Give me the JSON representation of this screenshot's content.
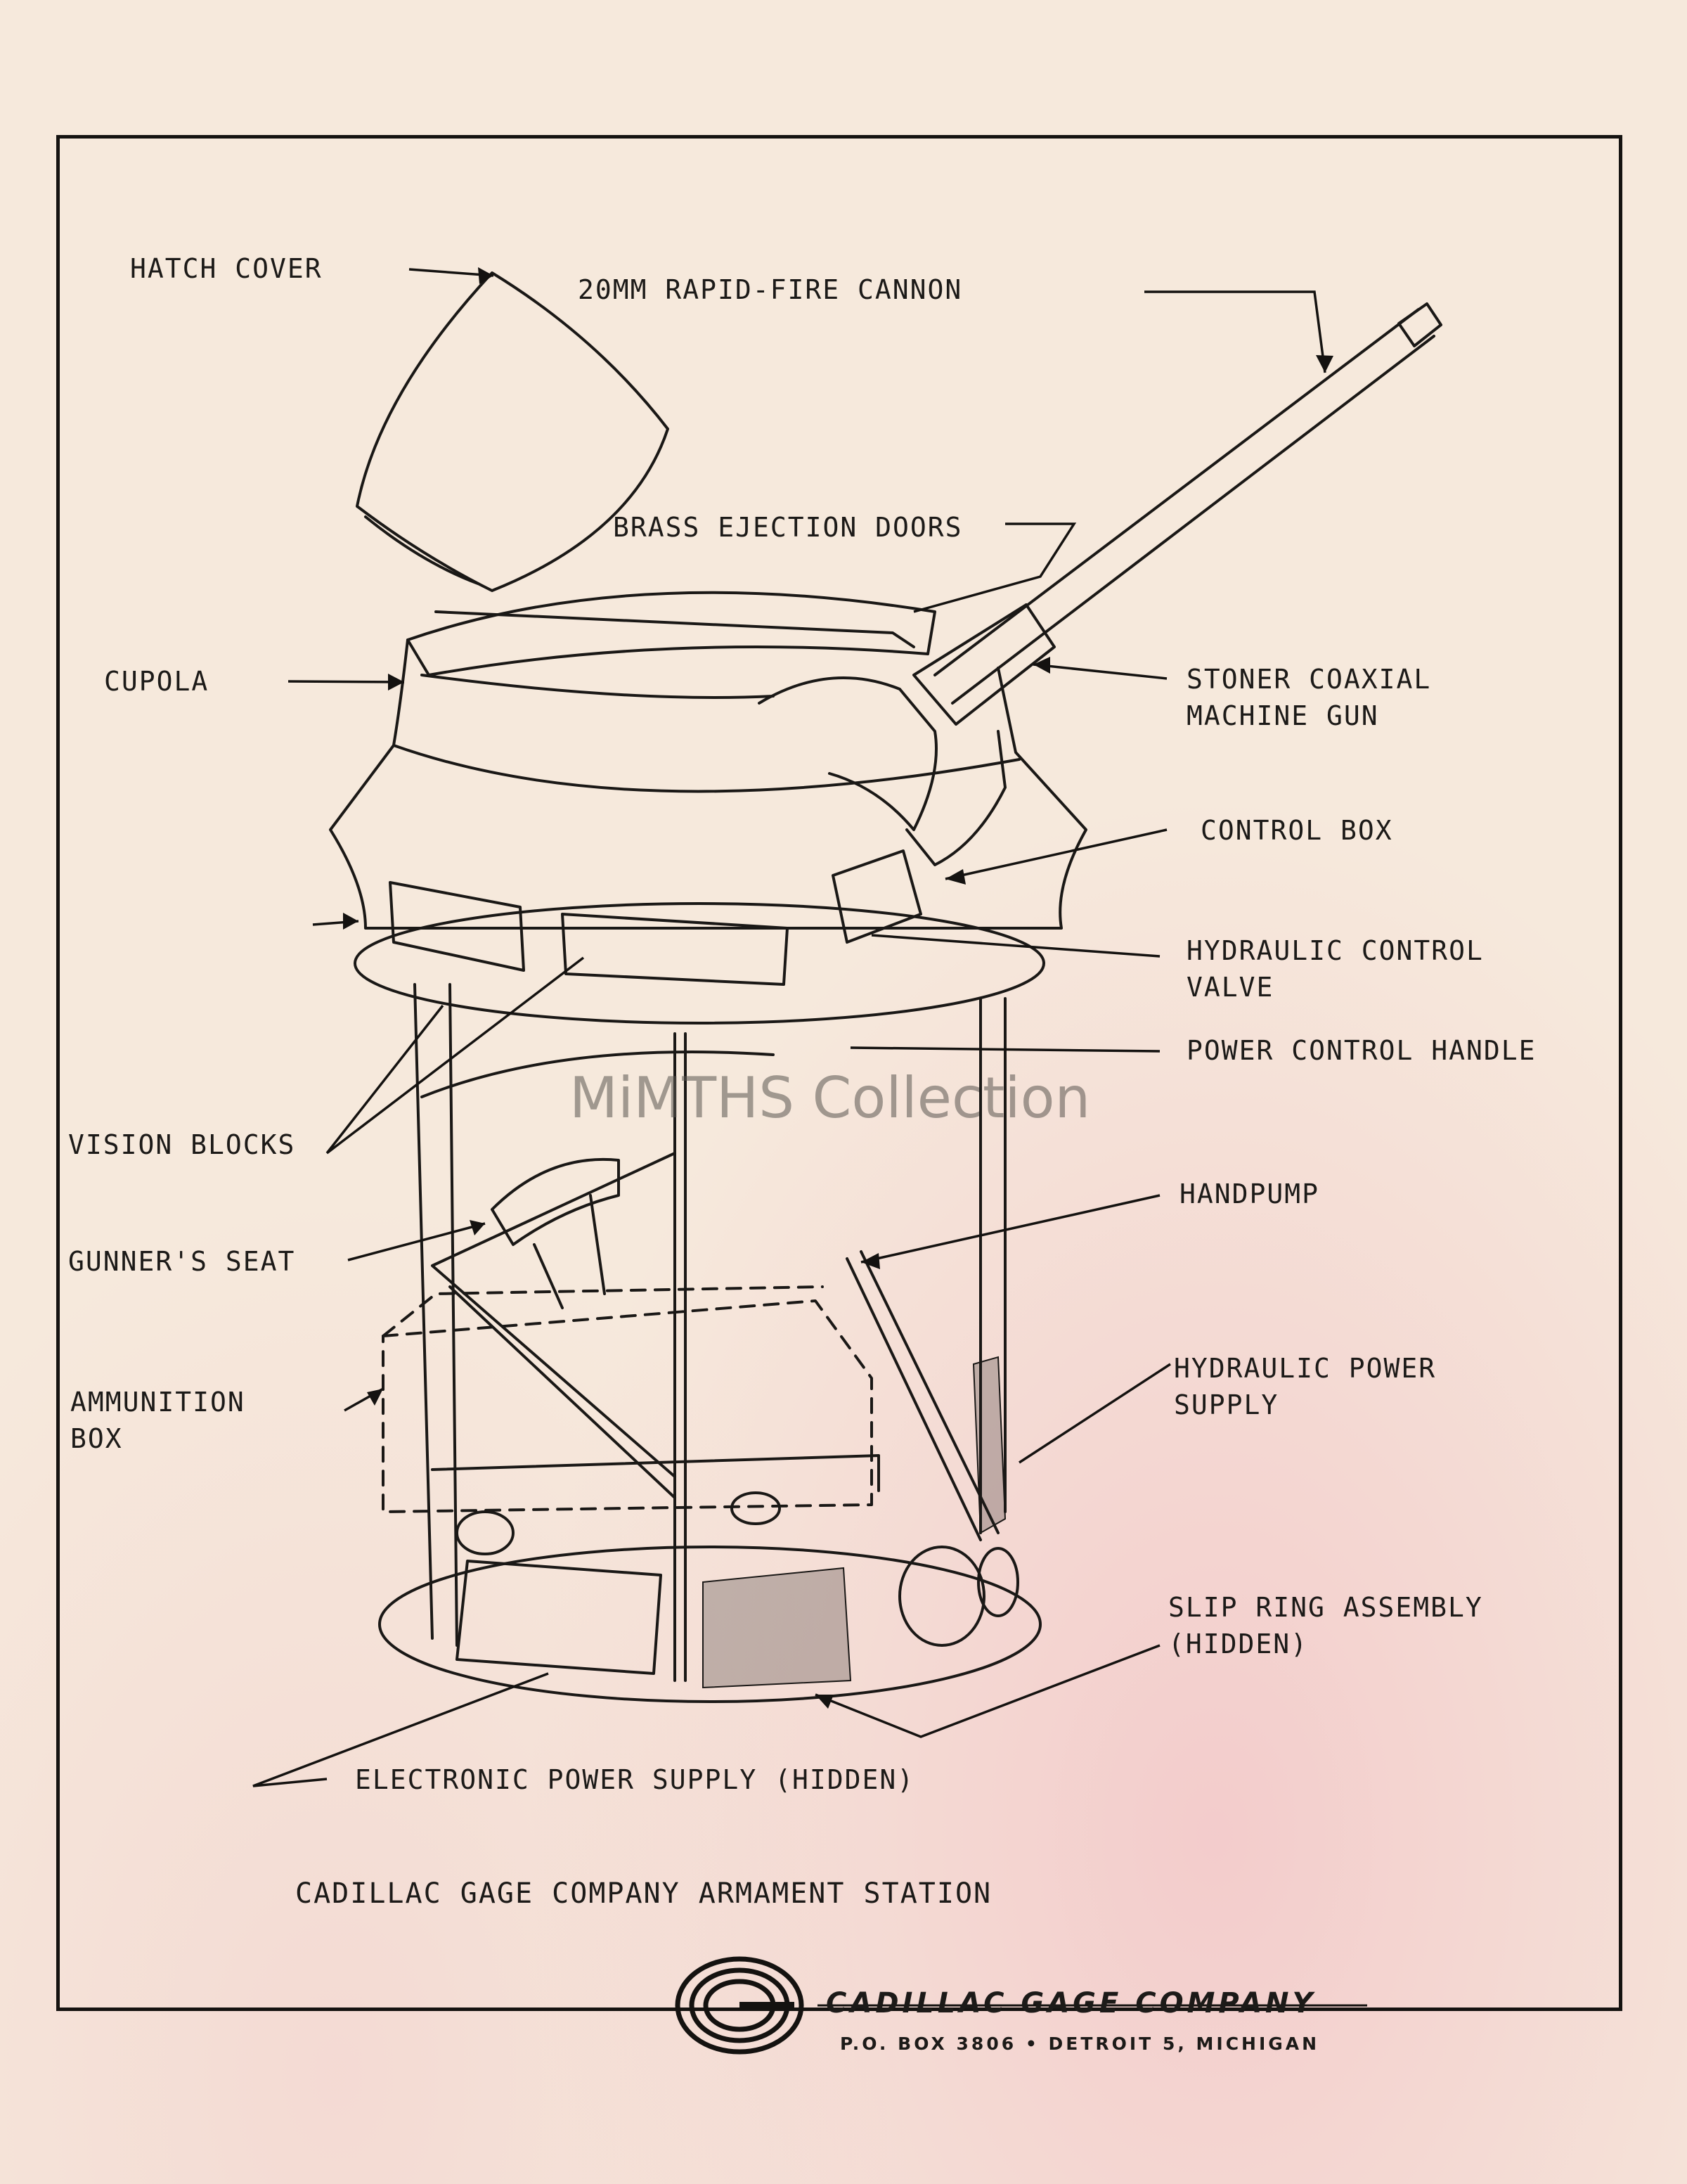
{
  "labels": {
    "hatch_cover": "HATCH COVER",
    "cannon": "20MM RAPID-FIRE CANNON",
    "brass_doors": "BRASS EJECTION DOORS",
    "cupola": "CUPOLA",
    "stoner_line1": "STONER COAXIAL",
    "stoner_line2": "MACHINE GUN",
    "control_box": "CONTROL BOX",
    "hyd_valve_line1": "HYDRAULIC CONTROL",
    "hyd_valve_line2": "VALVE",
    "power_handle": "POWER CONTROL HANDLE",
    "vision_blocks": "VISION BLOCKS",
    "handpump": "HANDPUMP",
    "gunners_seat": "GUNNER'S SEAT",
    "hyd_power_line1": "HYDRAULIC POWER",
    "hyd_power_line2": "SUPPLY",
    "ammo_line1": "AMMUNITION",
    "ammo_line2": "BOX",
    "slip_line1": "SLIP RING ASSEMBLY",
    "slip_line2": "(HIDDEN)",
    "electronic_ps": "ELECTRONIC POWER SUPPLY (HIDDEN)"
  },
  "caption": "CADILLAC GAGE COMPANY ARMAMENT STATION",
  "footer": {
    "company": "CADILLAC GAGE COMPANY",
    "address": "P.O. BOX 3806  •  DETROIT 5, MICHIGAN"
  },
  "watermark": "MiMTHS Collection"
}
